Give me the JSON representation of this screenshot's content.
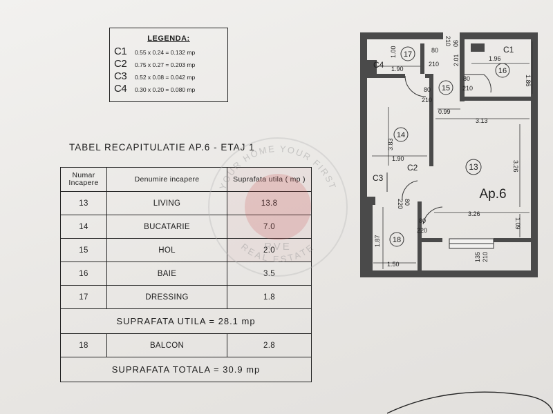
{
  "legend": {
    "title": "LEGENDA:",
    "items": [
      {
        "code": "C1",
        "value": "0.55 x 0.24 = 0.132 mp"
      },
      {
        "code": "C2",
        "value": "0.75 x 0.27 = 0.203 mp"
      },
      {
        "code": "C3",
        "value": "0.52 x 0.08 = 0.042 mp"
      },
      {
        "code": "C4",
        "value": "0.30 x 0.20 = 0.080 mp"
      }
    ]
  },
  "table_title": "TABEL RECAPITULATIE AP.6 - ETAJ 1",
  "table": {
    "headers": {
      "num": "Numar Incapere",
      "name": "Denumire incapere",
      "area": "Suprafata utila ( mp )"
    },
    "rows": [
      {
        "num": "13",
        "name": "LIVING",
        "area": "13.8"
      },
      {
        "num": "14",
        "name": "BUCATARIE",
        "area": "7.0"
      },
      {
        "num": "15",
        "name": "HOL",
        "area": "2.0"
      },
      {
        "num": "16",
        "name": "BAIE",
        "area": "3.5"
      },
      {
        "num": "17",
        "name": "DRESSING",
        "area": "1.8"
      }
    ],
    "total_useful": "SUPRAFATA UTILA = 28.1 mp",
    "balcony": {
      "num": "18",
      "name": "BALCON",
      "area": "2.8"
    },
    "total": "SUPRAFATA TOTALA = 30.9 mp"
  },
  "plan": {
    "apartment_label": "Ap.6",
    "rooms": [
      "13",
      "14",
      "15",
      "16",
      "17",
      "18"
    ],
    "labels": {
      "c1": "C1",
      "c2": "C2",
      "c3": "C3",
      "c4": "C4",
      "d_100": "1.00",
      "d_190a": "1.90",
      "d_196": "1.96",
      "d_186": "1.86",
      "d_201": "2.01",
      "d_099": "0.99",
      "d_313": "3.13",
      "d_383": "3.83",
      "d_190b": "1.90",
      "d_326v": "3.26",
      "d_326h": "3.26",
      "d_187": "1.87",
      "d_150": "1.50",
      "d_109": "1.09",
      "door_80a": "80",
      "door_210a": "210",
      "door_80b": "80",
      "door_210b": "210",
      "door_80c": "80",
      "door_210c": "210",
      "door_80d": "80",
      "door_220d": "220",
      "door_80e": "80",
      "door_220e": "220",
      "entry_90": "90",
      "entry_210": "210",
      "win_135": "135",
      "win_210": "210"
    }
  },
  "watermark": {
    "top": "YOUR HOME YOUR FIRST",
    "bottom": "REAL ESTATE",
    "center": "RVE"
  }
}
